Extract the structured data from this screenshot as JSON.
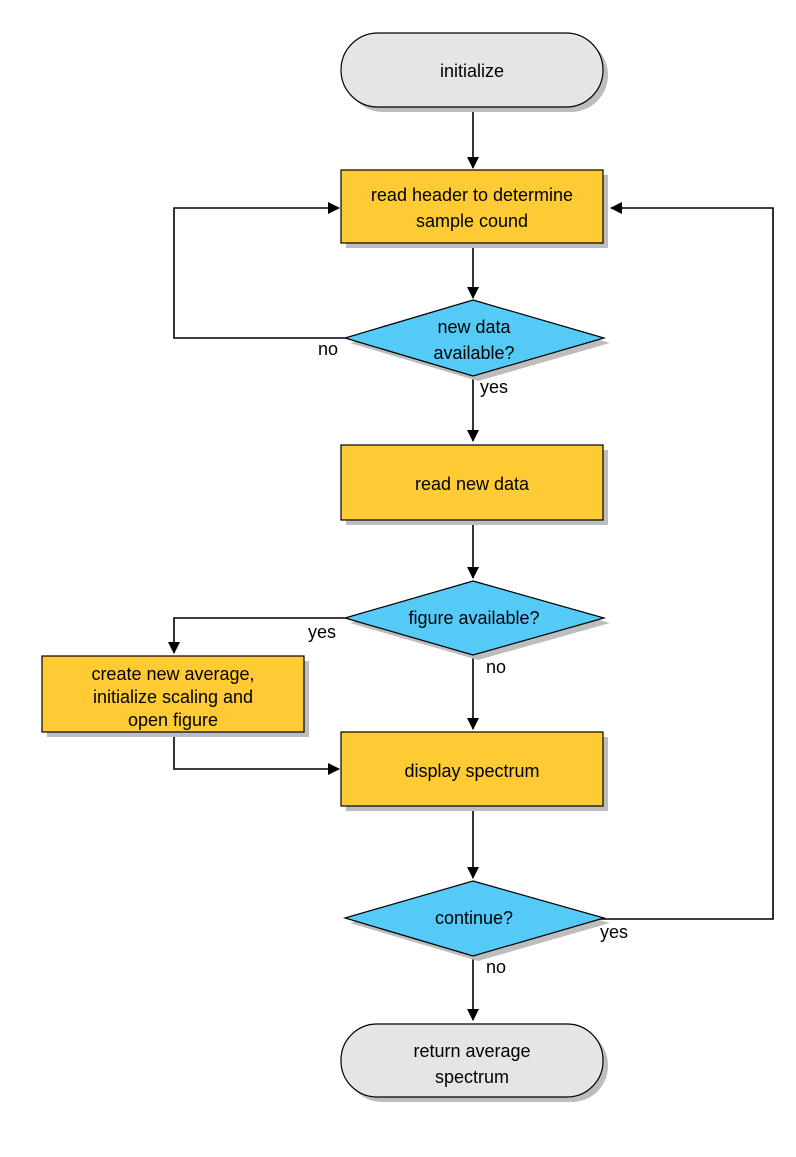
{
  "colors": {
    "terminal": "#e5e5e5",
    "process": "#fecb35",
    "decision": "#55caf6",
    "line": "#000000",
    "shadow": "#bdbdbd"
  },
  "nodes": {
    "initialize": {
      "label": "initialize"
    },
    "read_header": {
      "line1": "read header to determine",
      "line2": "sample cound"
    },
    "new_data": {
      "line1": "new data",
      "line2": "available?"
    },
    "read_new_data": {
      "label": "read new data"
    },
    "figure_available": {
      "label": "figure available?"
    },
    "create_new": {
      "line1": "create new average,",
      "line2": "initialize scaling and",
      "line3": "open figure"
    },
    "display_spectrum": {
      "label": "display spectrum"
    },
    "continue": {
      "label": "continue?"
    },
    "return_average": {
      "line1": "return average",
      "line2": "spectrum"
    }
  },
  "edge_labels": {
    "new_data_no": "no",
    "new_data_yes": "yes",
    "figure_yes": "yes",
    "figure_no": "no",
    "continue_yes": "yes",
    "continue_no": "no"
  }
}
